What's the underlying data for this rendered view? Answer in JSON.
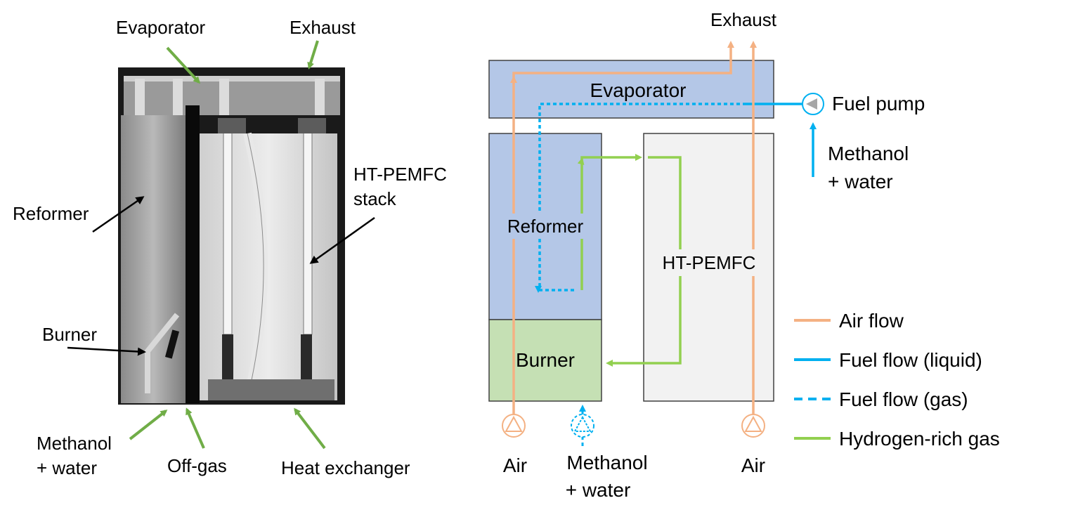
{
  "photo": {
    "labels": {
      "evaporator": "Evaporator",
      "exhaust": "Exhaust",
      "reformer": "Reformer",
      "ht_pemfc_line1": "HT-PEMFC",
      "ht_pemfc_line2": "stack",
      "burner": "Burner",
      "methanol_line1": "Methanol",
      "methanol_line2": "+ water",
      "off_gas": "Off-gas",
      "heat_exchanger": "Heat exchanger"
    }
  },
  "schematic": {
    "blocks": {
      "evaporator": "Evaporator",
      "reformer": "Reformer",
      "burner": "Burner",
      "ht_pemfc": "HT-PEMFC"
    },
    "labels": {
      "exhaust": "Exhaust",
      "fuel_pump": "Fuel pump",
      "methanol_in_line1": "Methanol",
      "methanol_in_line2": "+ water",
      "air_left": "Air",
      "air_right": "Air",
      "methanol_bottom_line1": "Methanol",
      "methanol_bottom_line2": "+ water"
    },
    "legend": [
      {
        "label": "Air flow",
        "color": "#f4b183",
        "style": "solid"
      },
      {
        "label": "Fuel flow (liquid)",
        "color": "#00b0f0",
        "style": "solid"
      },
      {
        "label": "Fuel flow (gas)",
        "color": "#00b0f0",
        "style": "dashed"
      },
      {
        "label": "Hydrogen-rich gas",
        "color": "#92d050",
        "style": "solid"
      }
    ]
  },
  "colors": {
    "air": "#f4b183",
    "fuel": "#00b0f0",
    "hydrogen": "#92d050",
    "arrow_green": "#70ad47",
    "evaporator_fill": "#b4c7e7",
    "reformer_fill": "#b4c7e7",
    "burner_fill": "#c5e0b4",
    "fuelcell_fill": "#f2f2f2"
  }
}
